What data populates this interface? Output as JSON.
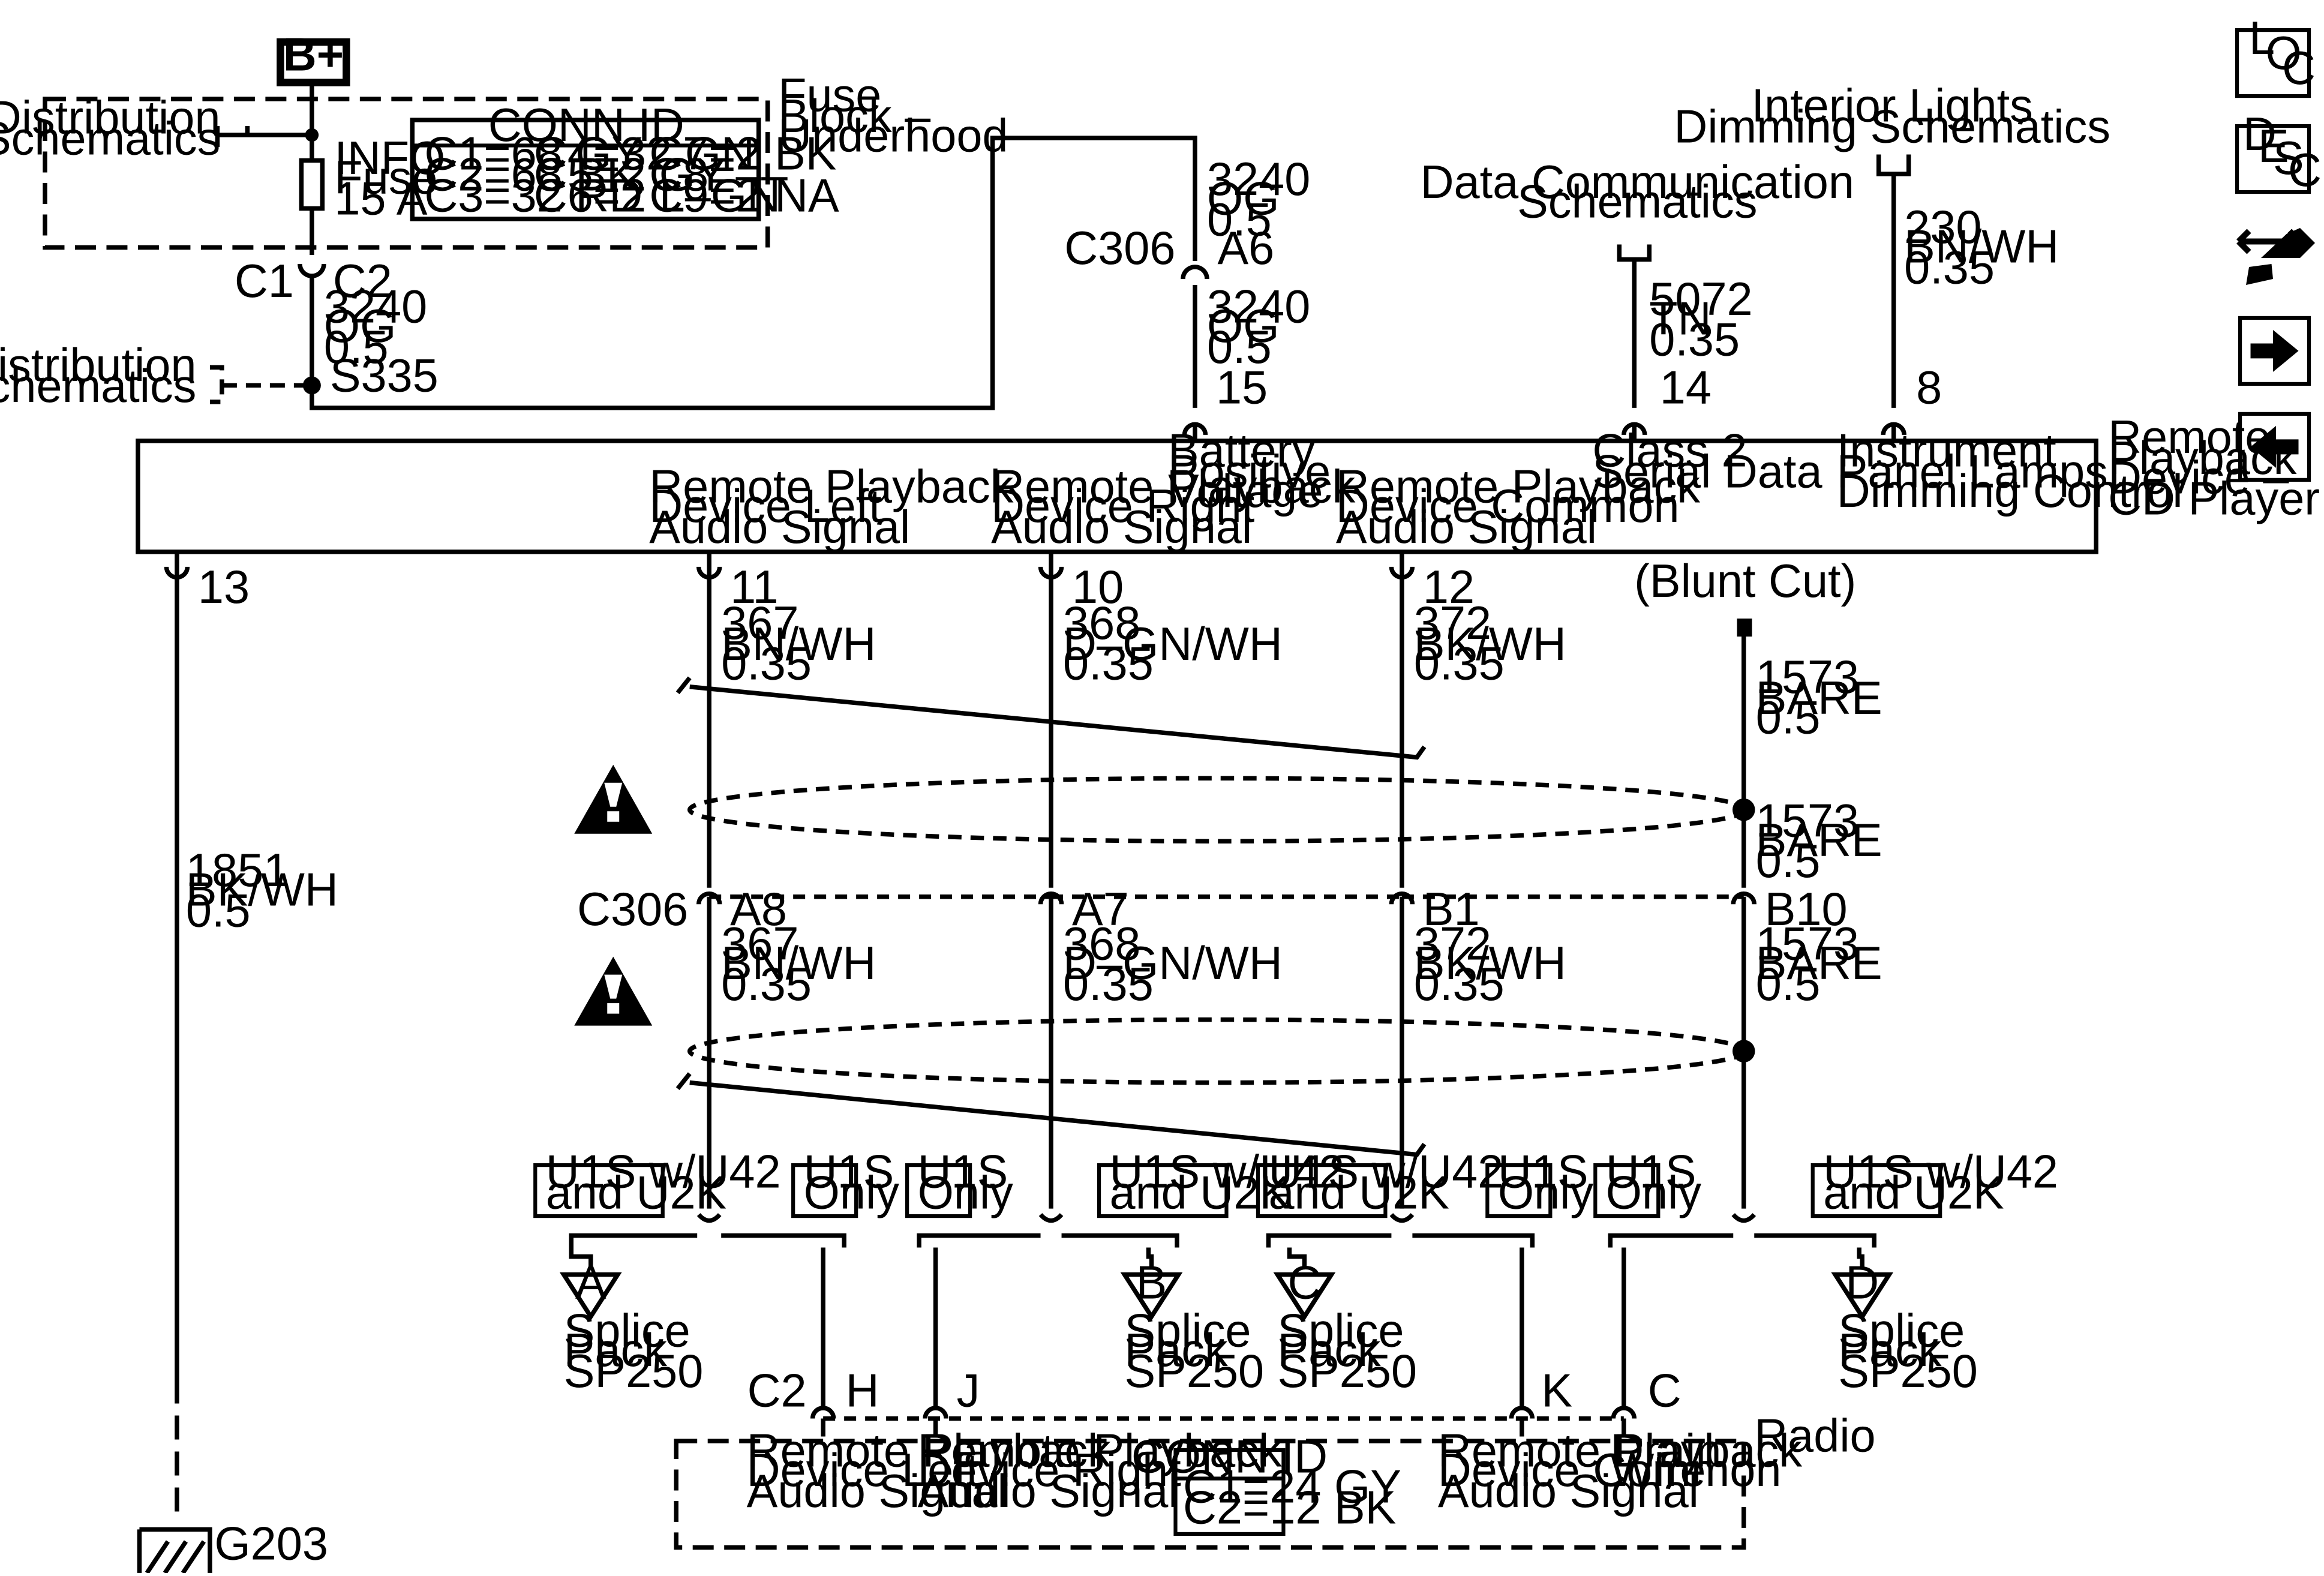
{
  "fuse_block": {
    "power_supply": "B+",
    "label": [
      "Fuse",
      "Block –",
      "Underhood"
    ],
    "power_dist_ref": [
      "Power Distribution",
      "Schematics"
    ],
    "fuse_name": [
      "INFO",
      "Fuse",
      "15 A"
    ],
    "conn_id_title": "CONN ID",
    "conn_id_rows": [
      [
        "C1=68 GY",
        "C4=32 GN",
        "C7=2 BK"
      ],
      [
        "C2=68 BK",
        "C5=2 GY",
        "C8=––"
      ],
      [
        "C3=32 RD",
        "C6=2 L–GN",
        "C9=2 NA"
      ]
    ],
    "connector_left": "C1",
    "connector_right": "C2"
  },
  "splice_s335": {
    "label": "S335",
    "power_dist_ref": [
      "Power Distribution",
      "Schematics"
    ]
  },
  "wires": {
    "w3240_a": [
      "3240",
      "OG",
      "0.5"
    ],
    "w3240_b": [
      "3240",
      "OG",
      "0.5"
    ],
    "w3240_c": [
      "3240",
      "OG",
      "0.5"
    ],
    "w5072": [
      "5072",
      "TN",
      "0.35"
    ],
    "w230": [
      "230",
      "BN/WH",
      "0.35"
    ],
    "w1851": [
      "1851",
      "BK/WH",
      "0.5"
    ],
    "w367_upper": [
      "367",
      "BN/WH",
      "0.35"
    ],
    "w368_upper": [
      "368",
      "D–GN/WH",
      "0.35"
    ],
    "w372_upper": [
      "372",
      "BK/WH",
      "0.35"
    ],
    "w1573_a": [
      "1573",
      "BARE",
      "0.5"
    ],
    "w1573_b": [
      "1573",
      "BARE",
      "0.5"
    ],
    "w367_lower": [
      "367",
      "BN/WH",
      "0.35"
    ],
    "w368_lower": [
      "368",
      "D–GN/WH",
      "0.35"
    ],
    "w372_lower": [
      "372",
      "BK/WH",
      "0.35"
    ],
    "w1573_c": [
      "1573",
      "BARE",
      "0.5"
    ]
  },
  "c306_top": {
    "name": "C306",
    "pin": "A6"
  },
  "refs": {
    "data_comm": [
      "Data Communication",
      "Schematics"
    ],
    "interior_lights": [
      "Interior Lights",
      "Dimming Schematics"
    ],
    "blunt_cut": "(Blunt Cut)"
  },
  "cd_player": {
    "name": [
      "Remote",
      "Playback",
      "Device –",
      "CD Player"
    ],
    "pins_top": [
      "15",
      "14",
      "8"
    ],
    "pins_bottom": [
      "13",
      "11",
      "10",
      "12"
    ],
    "signals": {
      "battery": [
        "Battery",
        "Positive",
        "Voltage"
      ],
      "class2": [
        "Class 2",
        "Serial Data"
      ],
      "dimming": [
        "Instrument",
        "Panel Lamps",
        "Dimming Control"
      ],
      "left": [
        "Remote Playback",
        "Device Left",
        "Audio Signal"
      ],
      "right": [
        "Remote Playback",
        "Device Right",
        "Audio Signal"
      ],
      "common": [
        "Remote Playback",
        "Device Common",
        "Audio Signal"
      ]
    }
  },
  "c306_mid": {
    "name": "C306",
    "pins": [
      "A8",
      "A7",
      "B1",
      "B10"
    ]
  },
  "options": {
    "opt1": [
      "U1S w/U42",
      "and U2K"
    ],
    "opt2": [
      "U1S",
      "Only"
    ],
    "opt3": [
      "U1S",
      "Only"
    ],
    "opt4": [
      "U1S w/U42",
      "and U2K"
    ],
    "opt5": [
      "U1S w/U42",
      "and U2K"
    ],
    "opt6": [
      "U1S",
      "Only"
    ],
    "opt7": [
      "U1S",
      "Only"
    ],
    "opt8": [
      "U1S w/U42",
      "and U2K"
    ]
  },
  "splice_packs": {
    "letters": [
      "A",
      "B",
      "C",
      "D"
    ],
    "label": [
      "Splice",
      "Pack",
      "SP250"
    ]
  },
  "radio": {
    "name": "Radio",
    "connector": "C2",
    "pins": [
      "H",
      "J",
      "K",
      "C"
    ],
    "signals": {
      "left": [
        "Remote Playback",
        "Device Left",
        "Audio Signal"
      ],
      "right": [
        "Remote Playback",
        "Device Right",
        "Audio Signal"
      ],
      "common": [
        "Remote Playback",
        "Device Common",
        "Audio Signal"
      ],
      "drain": [
        "Drain",
        "Wire"
      ]
    },
    "conn_id_title": "CONN ID",
    "conn_id_rows": [
      "C1=24 GY",
      "C2=12 BK"
    ]
  },
  "ground": {
    "name": "G203"
  },
  "nav": {
    "loc": [
      "L",
      "O",
      "C"
    ],
    "desc": [
      "D",
      "E",
      "S",
      "C"
    ]
  }
}
